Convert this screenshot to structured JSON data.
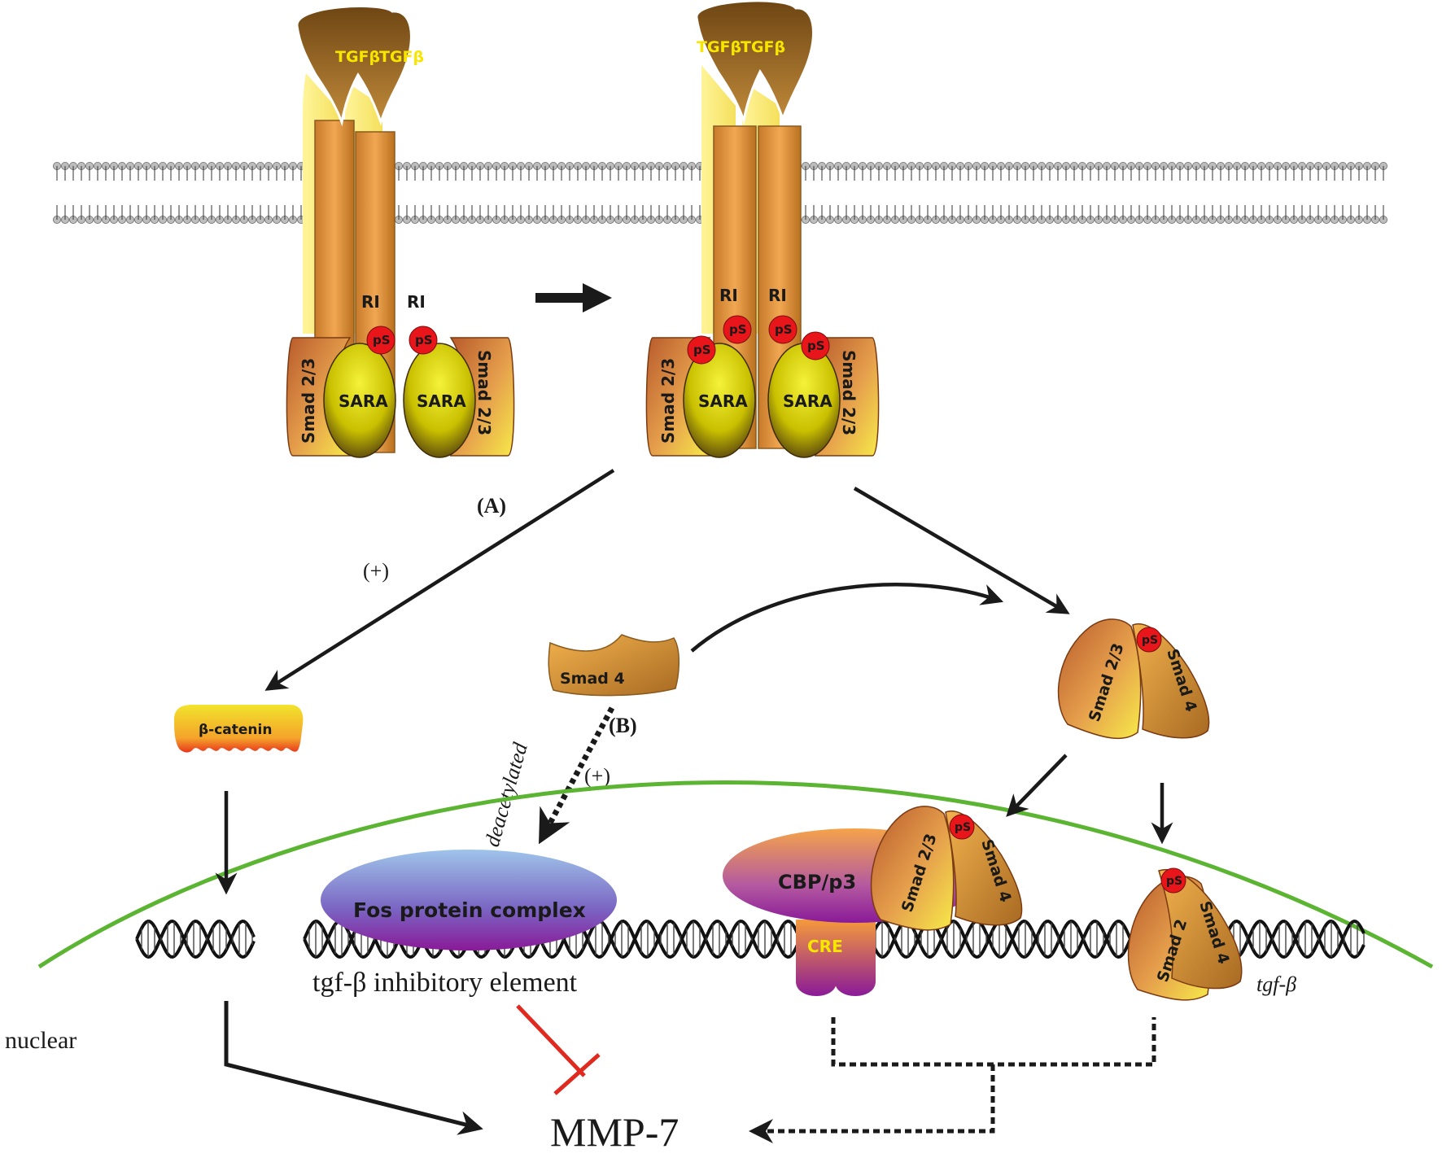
{
  "labels": {
    "ligand": "TGFβ",
    "receptor": "RI",
    "phospho": "pS",
    "smad23": "Smad 2/3",
    "smad23_cut": "Smad 2",
    "smad4": "Smad 4",
    "sara": "SARA",
    "beta_catenin": "β-catenin",
    "fos": "Fos protein complex",
    "cbp": "CBP/p3",
    "cre": "CRE",
    "inhibitory": "tgf-β inhibitory element",
    "tgfb_gene": "tgf-β",
    "nuclear": "nuclear",
    "mmp7": "MMP-7",
    "path_a": "(A)",
    "path_b": "(B)",
    "plus": "(+)",
    "deacetylated": "deacetylated"
  },
  "colors": {
    "receptor": "#d98f3c",
    "receptor_light": "#fff58a",
    "ligand": "#8a5a1e",
    "phospho": "#e8151b",
    "nucleus_membrane": "#5cb532",
    "inhibit": "#e02a1f",
    "arrow": "#1a1a1a"
  }
}
